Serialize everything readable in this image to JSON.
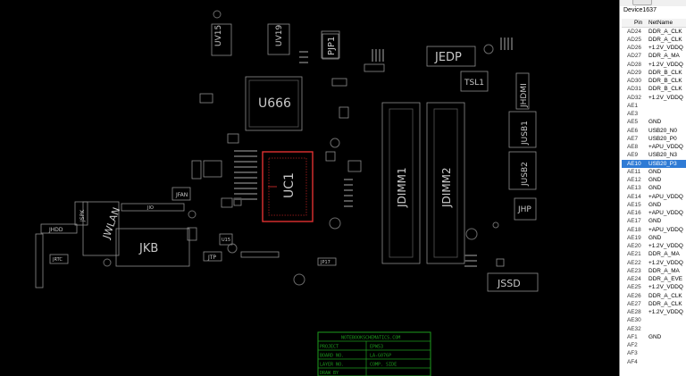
{
  "board": {
    "components": {
      "u666": "U666",
      "uc1": "UC1",
      "jedp": "JEDP",
      "tsl1": "TSL1",
      "jhdmi": "JHDMI",
      "jusb1": "JUSB1",
      "jusb2": "JUSB2",
      "jhp": "JHP",
      "jssd": "JSSD",
      "jdimm1": "JDIMM1",
      "jdimm2": "JDIMM2",
      "jkb": "JKB",
      "jfan": "JFAN",
      "jspk": "JSPK",
      "jwlan": "JWLAN",
      "uv15": "UV15",
      "uv19": "UV19",
      "pjp1": "PJP1",
      "jtp": "JTP",
      "jhdd": "JHDD",
      "jrtc": "JRTC",
      "jdb": "JIO",
      "jsata": "JP17",
      "u15": "U15"
    },
    "title_block": {
      "header": "NOTEBOOKSCHEMATICS.COM",
      "rows": [
        {
          "label": "PROJECT",
          "value": "EPW53"
        },
        {
          "label": "BOARD NO.",
          "value": "LA-G076P"
        },
        {
          "label": "LAYER NO.",
          "value": "COMP. SIDE"
        },
        {
          "label": "DRAW BY",
          "value": ""
        }
      ]
    },
    "colors": {
      "outline": "#9a9a9a",
      "highlight": "#e03030",
      "title_block": "#1e9b1e",
      "background": "#000000"
    }
  },
  "panel": {
    "device": "Device1637",
    "columns": {
      "pin": "Pin",
      "net": "NetName"
    },
    "selected_pin": "AE10",
    "rows": [
      {
        "pin": "AD24",
        "net": "DDR_A_CLK"
      },
      {
        "pin": "AD25",
        "net": "DDR_A_CLK"
      },
      {
        "pin": "AD26",
        "net": "+1.2V_VDDQ"
      },
      {
        "pin": "AD27",
        "net": "DDR_A_MA"
      },
      {
        "pin": "AD28",
        "net": "+1.2V_VDDQ"
      },
      {
        "pin": "AD29",
        "net": "DDR_B_CLK"
      },
      {
        "pin": "AD30",
        "net": "DDR_B_CLK"
      },
      {
        "pin": "AD31",
        "net": "DDR_B_CLK"
      },
      {
        "pin": "AD32",
        "net": "+1.2V_VDDQ"
      },
      {
        "pin": "AE1",
        "net": ""
      },
      {
        "pin": "AE3",
        "net": ""
      },
      {
        "pin": "AE5",
        "net": "GND"
      },
      {
        "pin": "AE6",
        "net": "USB20_N0"
      },
      {
        "pin": "AE7",
        "net": "USB20_P0"
      },
      {
        "pin": "AE8",
        "net": "+APU_VDDQ"
      },
      {
        "pin": "AE9",
        "net": "USB20_N3"
      },
      {
        "pin": "AE10",
        "net": "USB20_P3"
      },
      {
        "pin": "AE11",
        "net": "GND"
      },
      {
        "pin": "AE12",
        "net": "GND"
      },
      {
        "pin": "AE13",
        "net": "GND"
      },
      {
        "pin": "AE14",
        "net": "+APU_VDDQ"
      },
      {
        "pin": "AE15",
        "net": "GND"
      },
      {
        "pin": "AE16",
        "net": "+APU_VDDQ"
      },
      {
        "pin": "AE17",
        "net": "GND"
      },
      {
        "pin": "AE18",
        "net": "+APU_VDDQ"
      },
      {
        "pin": "AE19",
        "net": "GND"
      },
      {
        "pin": "AE20",
        "net": "+1.2V_VDDQ"
      },
      {
        "pin": "AE21",
        "net": "DDR_A_MA"
      },
      {
        "pin": "AE22",
        "net": "+1.2V_VDDQ"
      },
      {
        "pin": "AE23",
        "net": "DDR_A_MA"
      },
      {
        "pin": "AE24",
        "net": "DDR_A_EVE"
      },
      {
        "pin": "AE25",
        "net": "+1.2V_VDDQ"
      },
      {
        "pin": "AE26",
        "net": "DDR_A_CLK"
      },
      {
        "pin": "AE27",
        "net": "DDR_A_CLK"
      },
      {
        "pin": "AE28",
        "net": "+1.2V_VDDQ"
      },
      {
        "pin": "AE30",
        "net": ""
      },
      {
        "pin": "AE32",
        "net": ""
      },
      {
        "pin": "AF1",
        "net": "GND"
      },
      {
        "pin": "AF2",
        "net": ""
      },
      {
        "pin": "AF3",
        "net": ""
      },
      {
        "pin": "AF4",
        "net": ""
      }
    ]
  }
}
